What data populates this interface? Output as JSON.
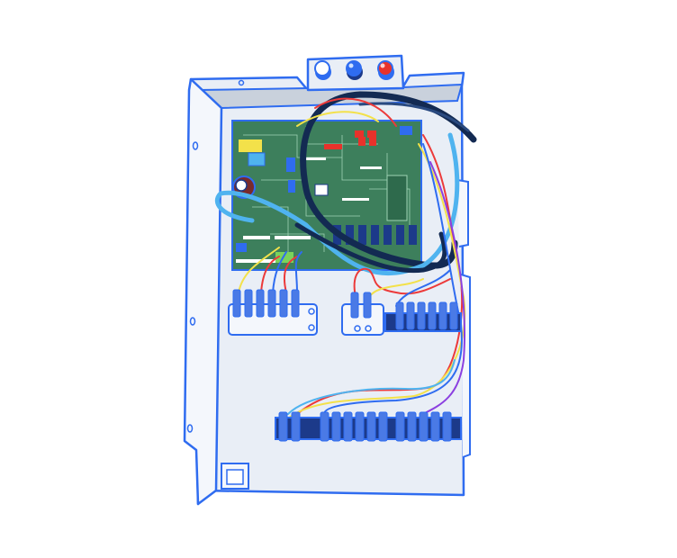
{
  "illustration": {
    "subject": "electrical-control-panel",
    "colors": {
      "outline": "#2f6cf0",
      "panel_fill": "#e9eef6",
      "side_fill": "#f4f7fc",
      "top_fill": "#c9d1dc",
      "pcb": "#3d7f5c",
      "pcb_trace": "#9fd3b4",
      "terminal": "#4a7ae6",
      "terminal_dark": "#1c3a8a",
      "cable_dark": "#132a52",
      "cable_light": "#4fb3ef",
      "light_white": "#ffffff",
      "light_blue": "#2f6cf0",
      "light_red": "#e8322b",
      "wire_red": "#ec3a3a",
      "wire_yellow": "#f3e14a",
      "wire_blue": "#2f6cf0",
      "wire_purple": "#8b3fe0"
    },
    "icons": [
      "indicator-light-white",
      "indicator-light-blue",
      "indicator-light-red",
      "circuit-board",
      "terminal-block"
    ]
  }
}
